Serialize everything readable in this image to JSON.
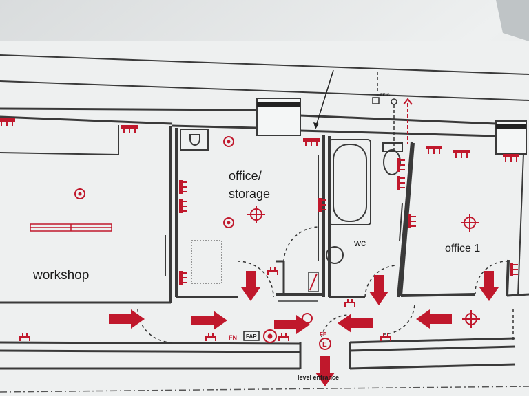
{
  "rooms": {
    "workshop": "workshop",
    "office_storage_line1": "office/",
    "office_storage_line2": "storage",
    "wc": "wc",
    "office1": "office 1"
  },
  "labels": {
    "fn": "FN",
    "fap": "FAP",
    "fe": "FE",
    "fe_g": "FE/G",
    "entrance": "level entrance"
  },
  "colors": {
    "safety_red": "#c0182c",
    "wall": "#3a3a3a",
    "paper": "#f4f6f6"
  }
}
